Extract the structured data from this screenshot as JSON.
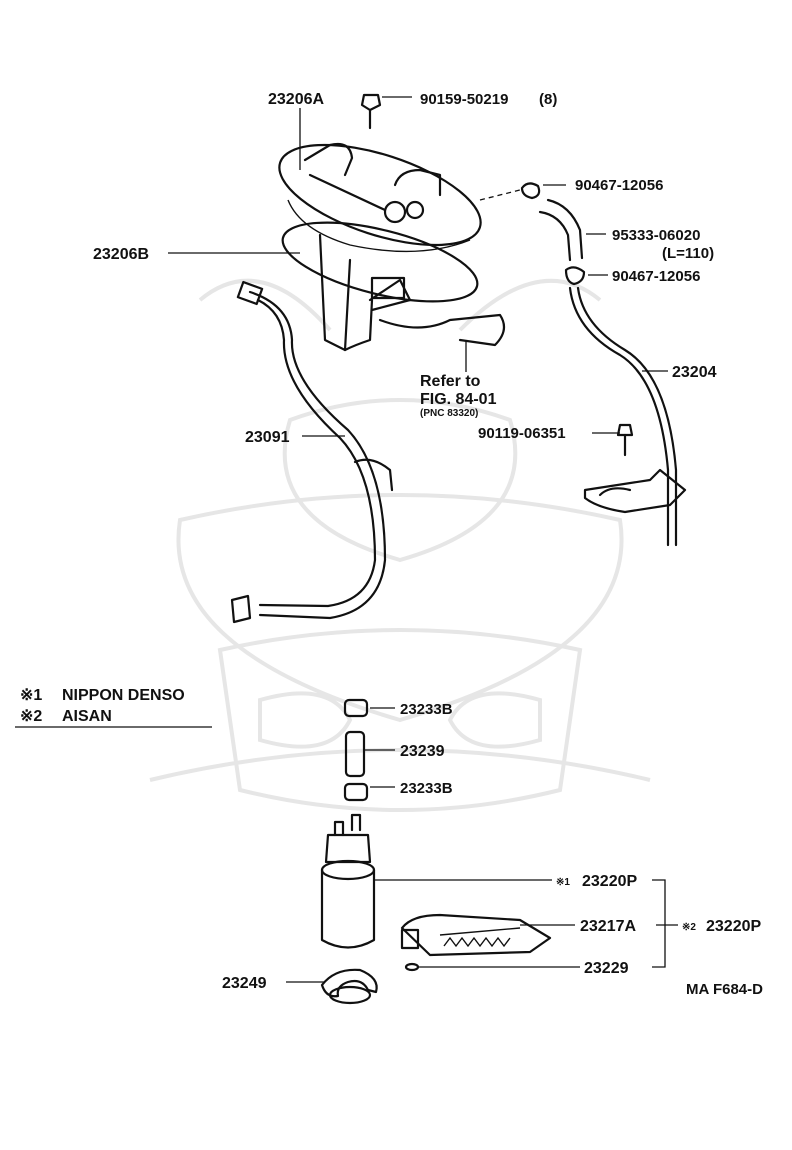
{
  "labels": {
    "p23206A": "23206A",
    "p90159": "90159-50219",
    "p90159_qty": "(8)",
    "p90467_a": "90467-12056",
    "p95333": "95333-06020",
    "p95333_len": "(L=110)",
    "p90467_b": "90467-12056",
    "p23206B": "23206B",
    "refer_to": "Refer to",
    "fig_ref": "FIG. 84-01",
    "pnc_ref": "(PNC 83320)",
    "p23204": "23204",
    "p90119": "90119-06351",
    "p23091": "23091",
    "p23233B_top": "23233B",
    "p23239": "23239",
    "p23233B_bottom": "23233B",
    "p23220P_1": "23220P",
    "p23217A": "23217A",
    "p23220P_2": "23220P",
    "p23229": "23229",
    "p23249": "23249",
    "fig_code": "MA F684-D"
  },
  "legend": [
    {
      "mark": "※1",
      "text": "NIPPON DENSO"
    },
    {
      "mark": "※2",
      "text": "AISAN"
    }
  ],
  "footnote_marks": {
    "m1": "※1",
    "m2": "※2"
  }
}
